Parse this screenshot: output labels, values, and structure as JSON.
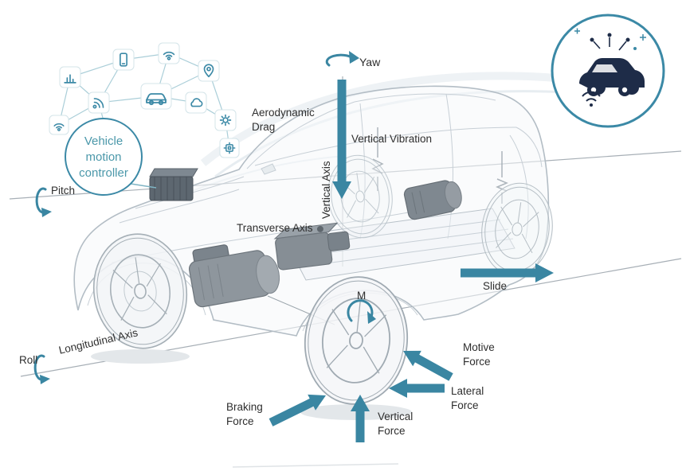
{
  "colors": {
    "accent_teal": "#3a86a2",
    "controller_text_teal": "#4b98aa",
    "label_dark": "#2e2e2e",
    "car_wireframe": "#b3bdc5",
    "badge_navy": "#1e2c48"
  },
  "labels": {
    "yaw": "Yaw",
    "aerodynamic_drag": "Aerodynamic Drag",
    "vertical_vibration": "Vertical Vibration",
    "vertical_axis": "Vertical Axis",
    "transverse_axis": "Transverse Axis",
    "pitch": "Pitch",
    "longitudinal_axis": "Longitudinal Axis",
    "roll": "Roll",
    "slide": "Slide",
    "motor": "M",
    "motive_force": "Motive Force",
    "lateral_force": "Lateral Force",
    "vertical_force": "Vertical Force",
    "braking_force": "Braking Force",
    "controller": "Vehicle motion controller"
  },
  "icons": {
    "network": [
      "bar-chart",
      "smartphone",
      "wifi",
      "location-pin",
      "signal",
      "car",
      "cloud",
      "gear",
      "cpu",
      "wifi"
    ],
    "rotation_arrows": [
      "yaw-rotation",
      "pitch-rotation",
      "roll-rotation",
      "motor-rotation"
    ],
    "badge": "connected-car"
  }
}
